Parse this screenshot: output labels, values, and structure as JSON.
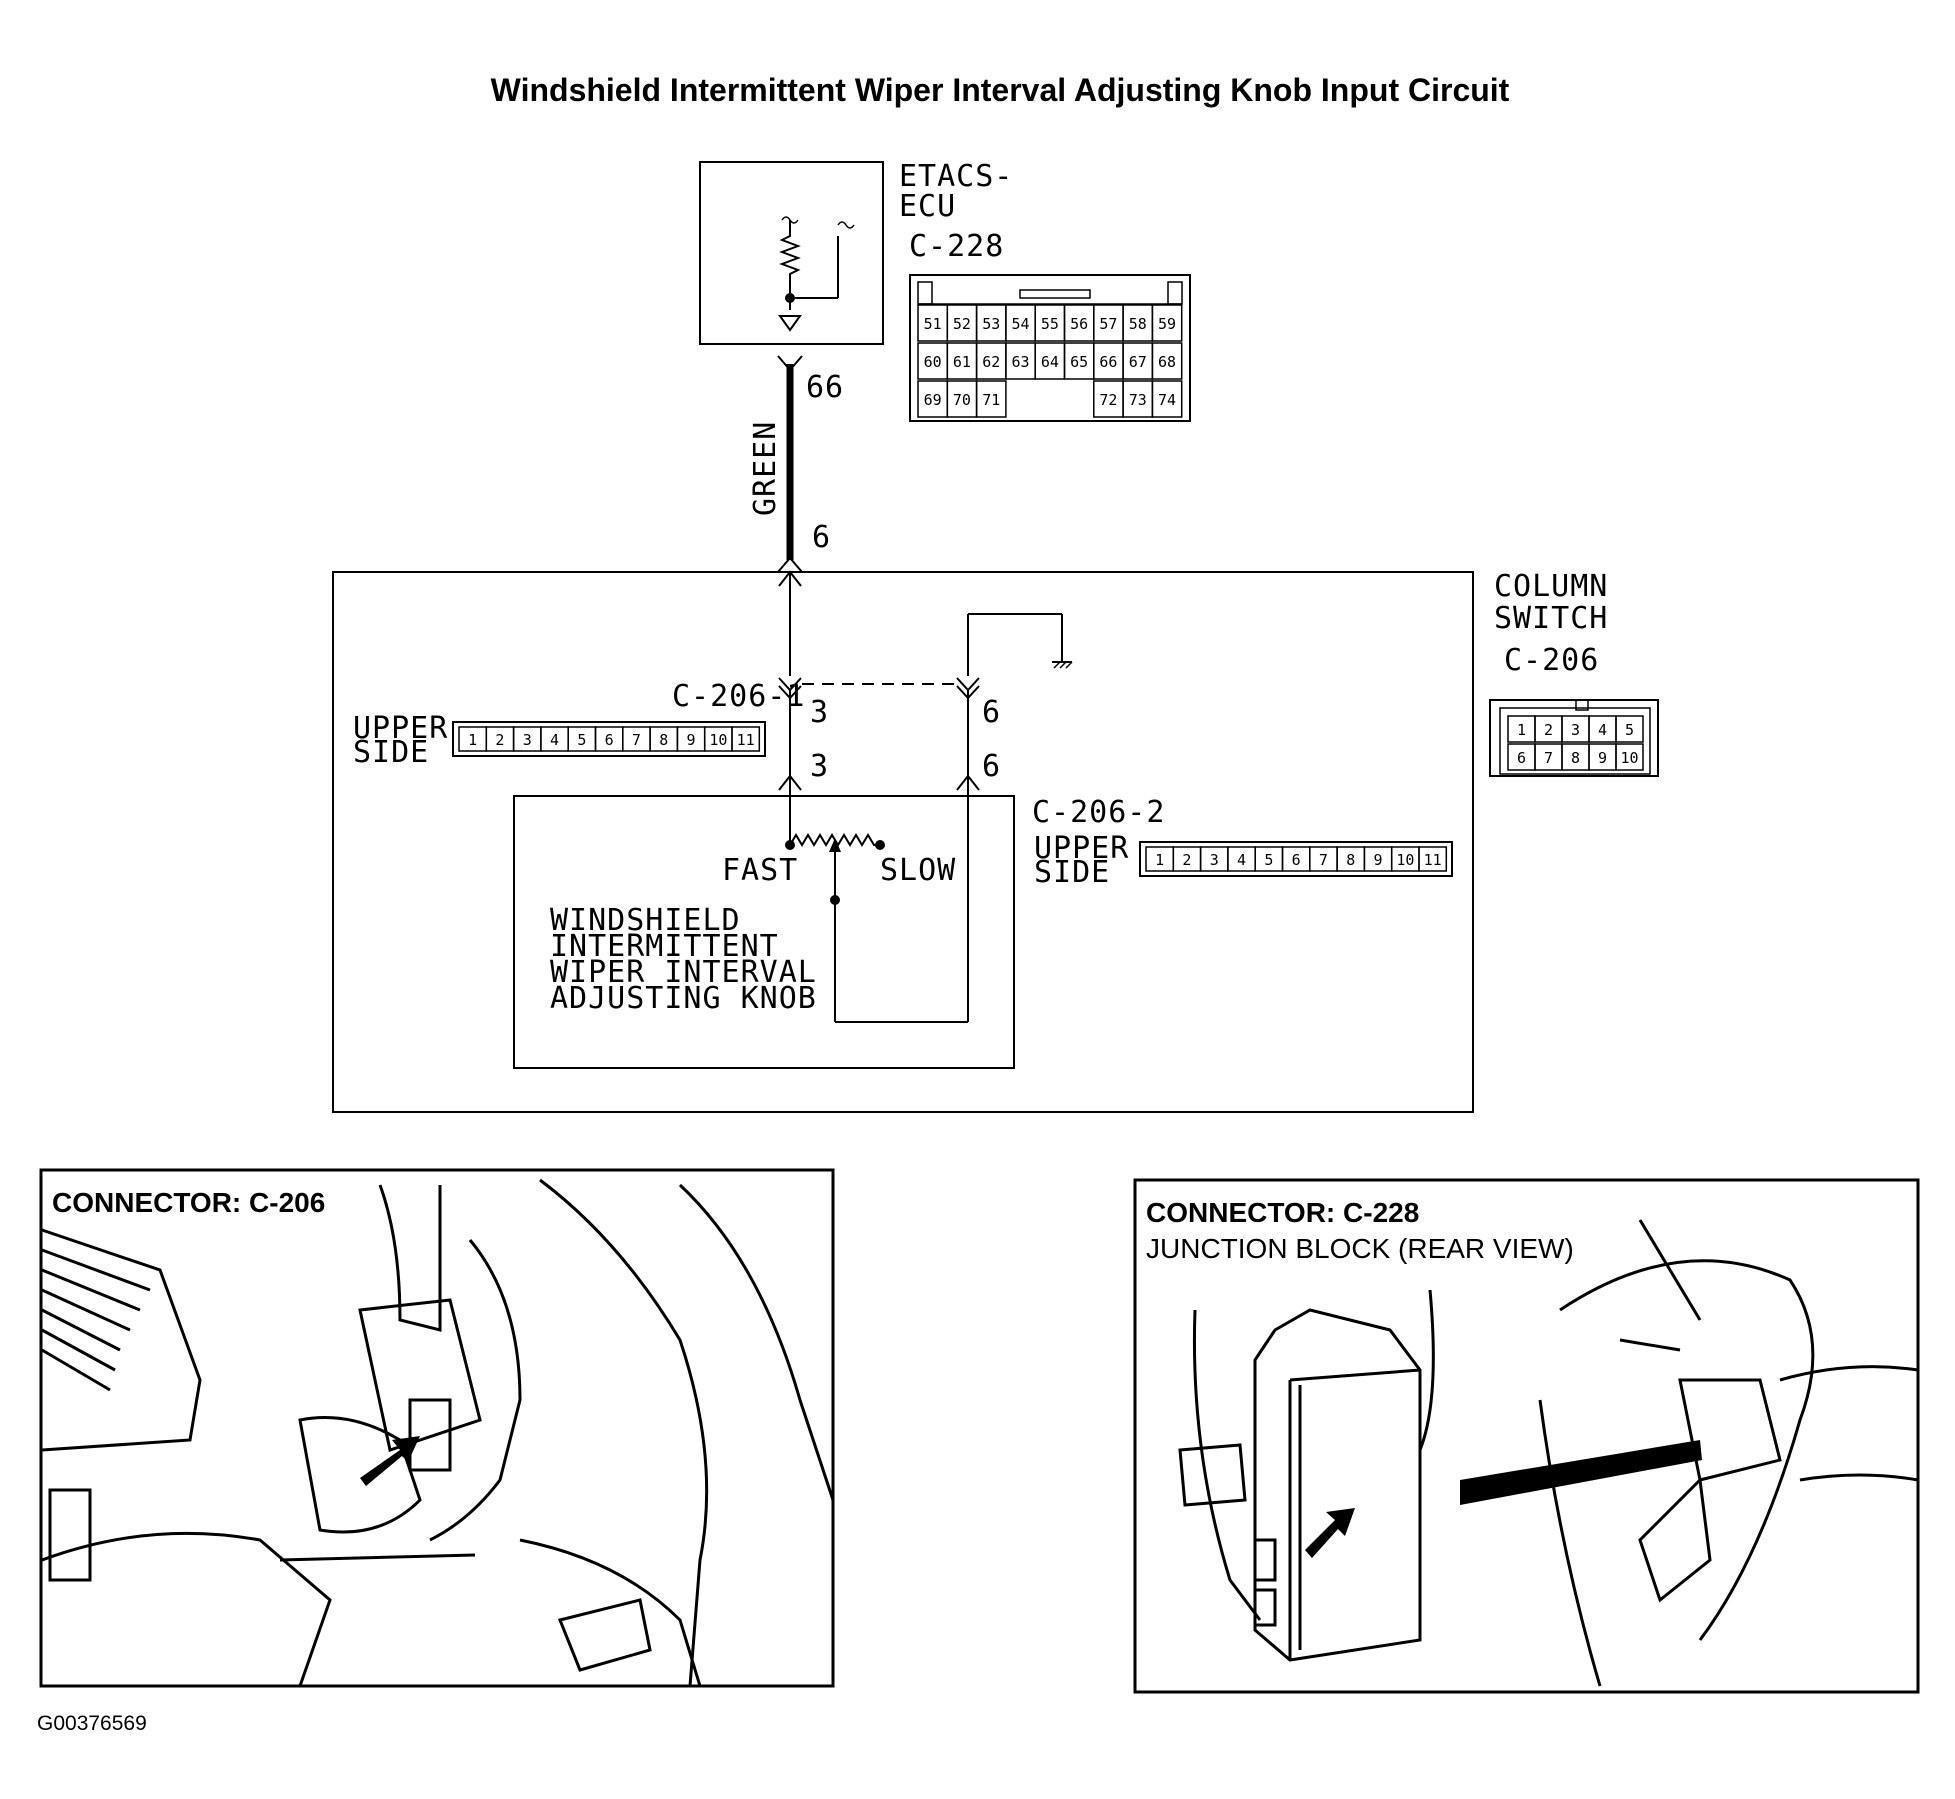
{
  "title": "Windshield Intermittent Wiper Interval Adjusting Knob Input Circuit",
  "ecu": {
    "name_line1": "ETACS-",
    "name_line2": "ECU",
    "connector": "C-228",
    "pins_row1": [
      "51",
      "52",
      "53",
      "54",
      "55",
      "56",
      "57",
      "58",
      "59"
    ],
    "pins_row2": [
      "60",
      "61",
      "62",
      "63",
      "64",
      "65",
      "66",
      "67",
      "68"
    ],
    "pins_row3_left": [
      "69",
      "70",
      "71"
    ],
    "pins_row3_right": [
      "72",
      "73",
      "74"
    ]
  },
  "wire": {
    "color": "GREEN",
    "ecu_pin": "66",
    "switch_pin": "6"
  },
  "column_switch": {
    "name_line1": "COLUMN",
    "name_line2": "SWITCH",
    "connector": "C-206",
    "pins_row1": [
      "1",
      "2",
      "3",
      "4",
      "5"
    ],
    "pins_row2": [
      "6",
      "7",
      "8",
      "9",
      "10"
    ]
  },
  "c206_1": {
    "label": "C-206-1",
    "pin_left": "3",
    "pin_right": "6",
    "side_line1": "UPPER",
    "side_line2": "SIDE",
    "pins": [
      "1",
      "2",
      "3",
      "4",
      "5",
      "6",
      "7",
      "8",
      "9",
      "10",
      "11"
    ]
  },
  "c206_2": {
    "label": "C-206-2",
    "pin_left": "3",
    "pin_right": "6",
    "side_line1": "UPPER",
    "side_line2": "SIDE",
    "pins": [
      "1",
      "2",
      "3",
      "4",
      "5",
      "6",
      "7",
      "8",
      "9",
      "10",
      "11"
    ]
  },
  "knob": {
    "fast": "FAST",
    "slow": "SLOW",
    "line1": "WINDSHIELD",
    "line2": "INTERMITTENT",
    "line3": "WIPER INTERVAL",
    "line4": "ADJUSTING KNOB"
  },
  "photo_left": {
    "label": "CONNECTOR: C-206"
  },
  "photo_right": {
    "label": "CONNECTOR: C-228",
    "sublabel": "JUNCTION BLOCK (REAR VIEW)"
  },
  "figure_id": "G00376569"
}
